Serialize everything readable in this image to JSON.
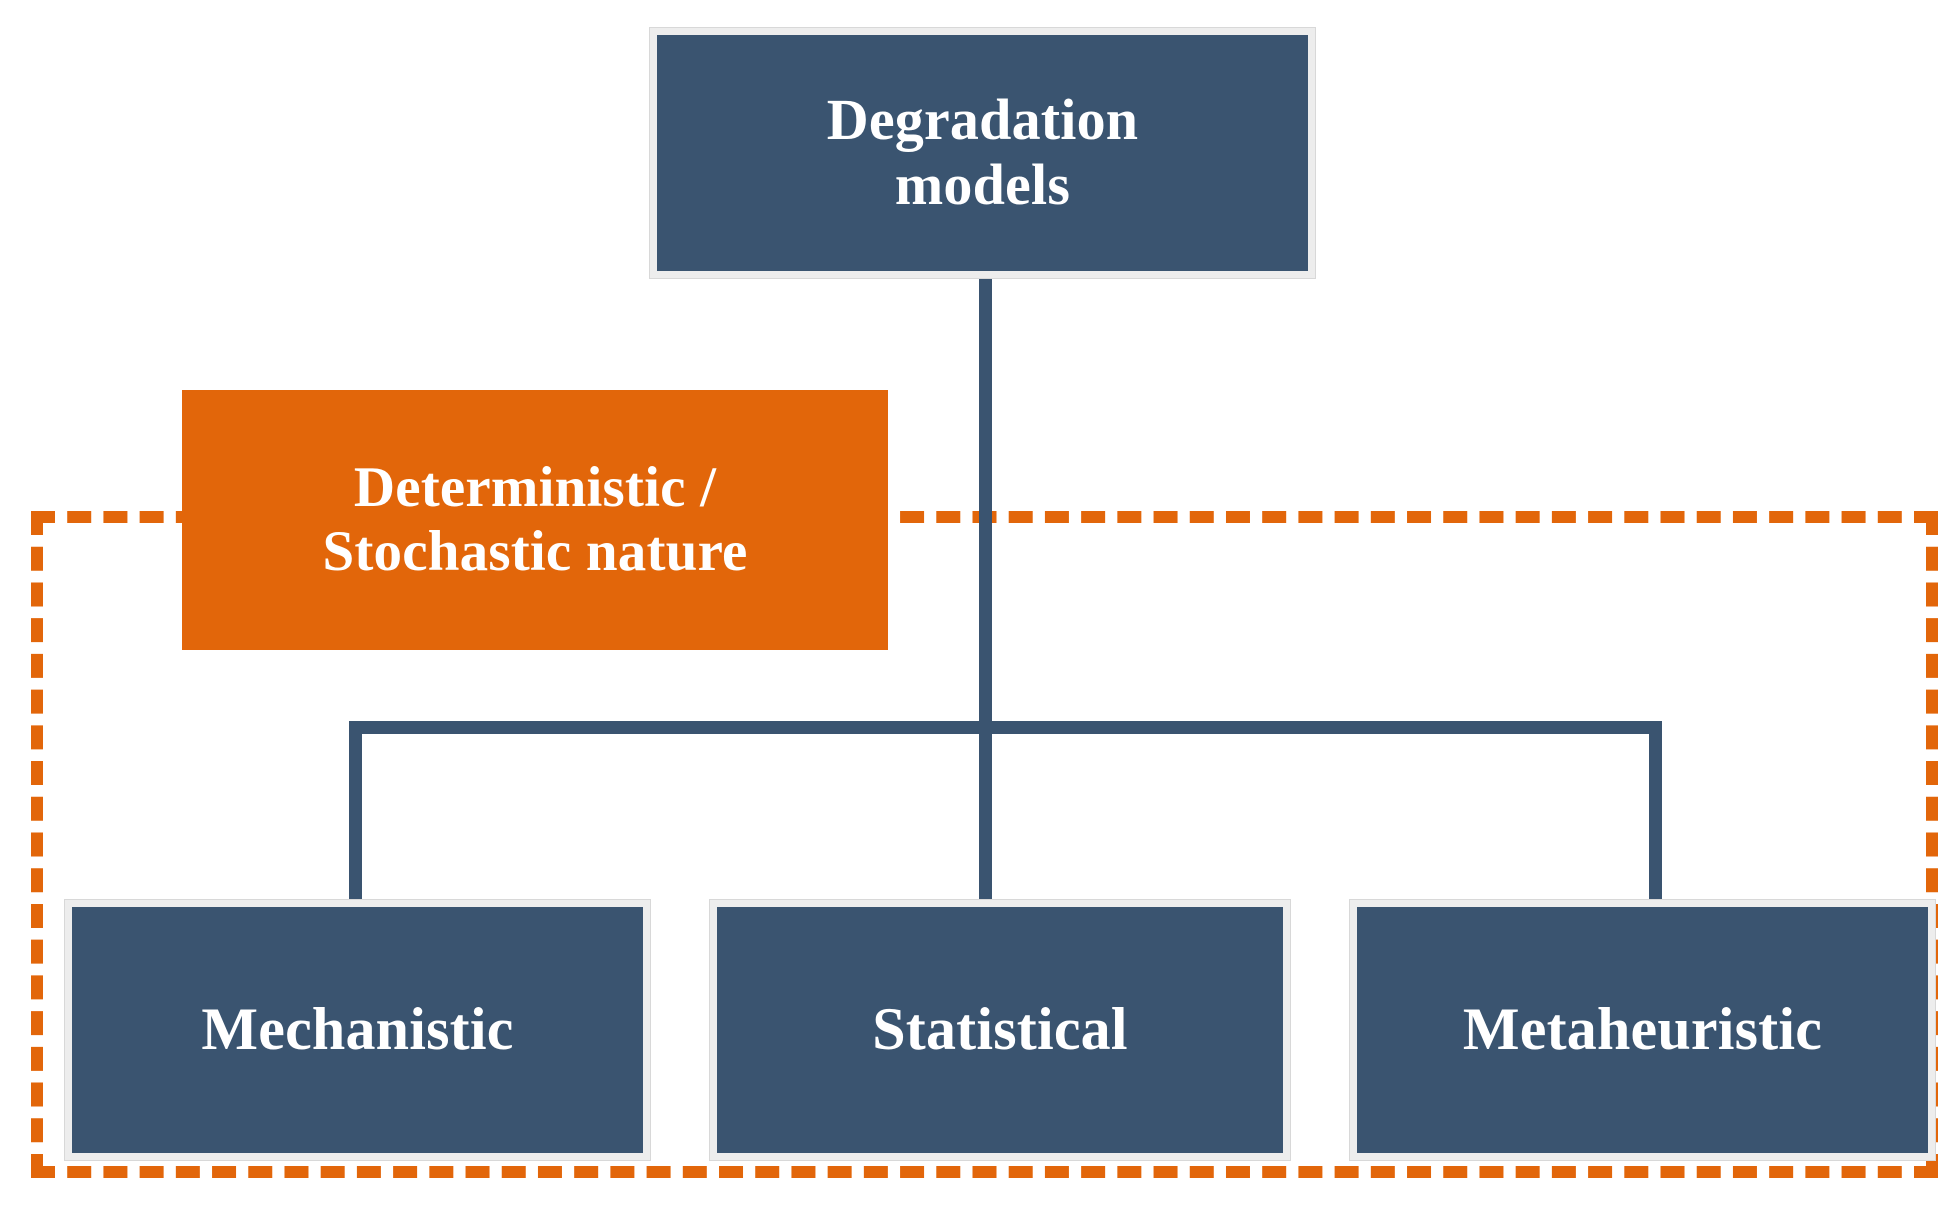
{
  "diagram": {
    "type": "hierarchy-tree",
    "title": "Degradation models taxonomy",
    "colors": {
      "node_fill": "#3A5470",
      "node_border": "#EDEDED",
      "criterion_fill": "#E2660A",
      "criterion_text": "#FFFFFF",
      "node_text": "#FFFFFF",
      "connector": "#3A5470",
      "dashed_frame": "#E2660A",
      "background": "#FFFFFF"
    },
    "root": {
      "label": "Degradation\nmodels"
    },
    "criterion": {
      "label": "Deterministic /\nStochastic nature"
    },
    "children": [
      {
        "label": "Mechanistic"
      },
      {
        "label": "Statistical"
      },
      {
        "label": "Metaheuristic"
      }
    ],
    "grouping_frame": {
      "style": "dashed",
      "color": "#E2660A",
      "encloses": [
        "Mechanistic",
        "Statistical",
        "Metaheuristic"
      ]
    }
  }
}
